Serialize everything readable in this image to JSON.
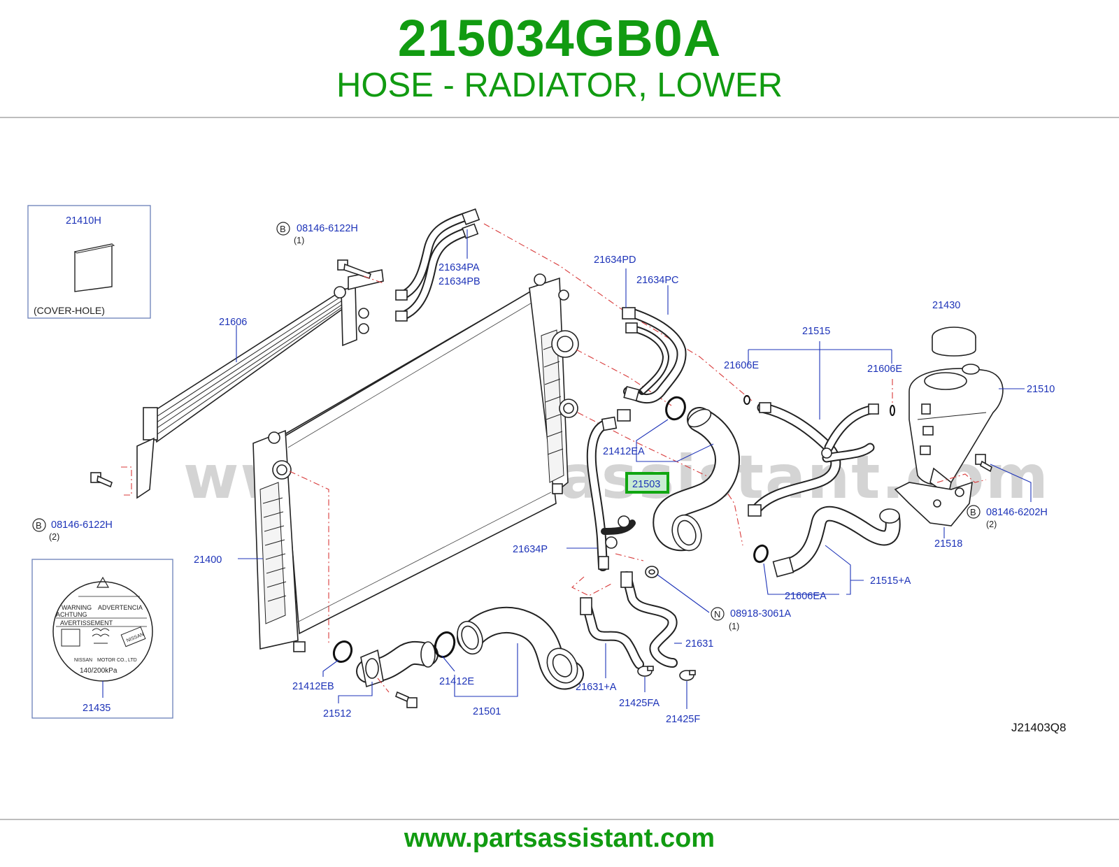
{
  "header": {
    "part_number": "215034GB0A",
    "part_description": "HOSE - RADIATOR, LOWER"
  },
  "footer": {
    "url": "www.partsassistant.com"
  },
  "diagram": {
    "watermark": "www.partsassistant.com",
    "code": "J21403Q8",
    "labels": {
      "l21410H": "21410H",
      "cover_hole": "(COVER-HOLE)",
      "l08146_6122H_top": "08146-6122H",
      "q1_top": "(1)",
      "l21634PA": "21634PA",
      "l21634PB": "21634PB",
      "l21634PD": "21634PD",
      "l21634PC": "21634PC",
      "l21606": "21606",
      "l21515": "21515",
      "l21430": "21430",
      "l21606E_left": "21606E",
      "l21606E_right": "21606E",
      "l21510": "21510",
      "l21412EA": "21412EA",
      "l21503": "21503",
      "l08146_6202H": "08146-6202H",
      "q2_right": "(2)",
      "l21518": "21518",
      "l08146_6122H_left": "08146-6122H",
      "q2_left": "(2)",
      "l21400": "21400",
      "l21634P": "21634P",
      "l21515A": "21515+A",
      "l21606EA": "21606EA",
      "l08918_3061A": "08918-3061A",
      "q1_n": "(1)",
      "l21631": "21631",
      "l21631A": "21631+A",
      "l21425FA": "21425FA",
      "l21425F": "21425F",
      "l21412EB": "21412EB",
      "l21412E": "21412E",
      "l21512": "21512",
      "l21501": "21501",
      "l21435": "21435"
    },
    "callouts": {
      "b_top": "B",
      "b_left": "B",
      "b_right": "B",
      "n": "N"
    },
    "cap_label": {
      "warning": "WARNING",
      "advertencia": "ADVERTENCIA",
      "achtung": "ACHTUNG",
      "avertissement": "AVERTISSEMENT",
      "nissan": "NISSAN",
      "motor": "MOTOR",
      "co": "CO.,",
      "ltd": "LTD",
      "pressure": "140/200kPa"
    },
    "highlight_color": "#11a611",
    "label_color": "#1d33b8",
    "title_color": "#119b11"
  }
}
